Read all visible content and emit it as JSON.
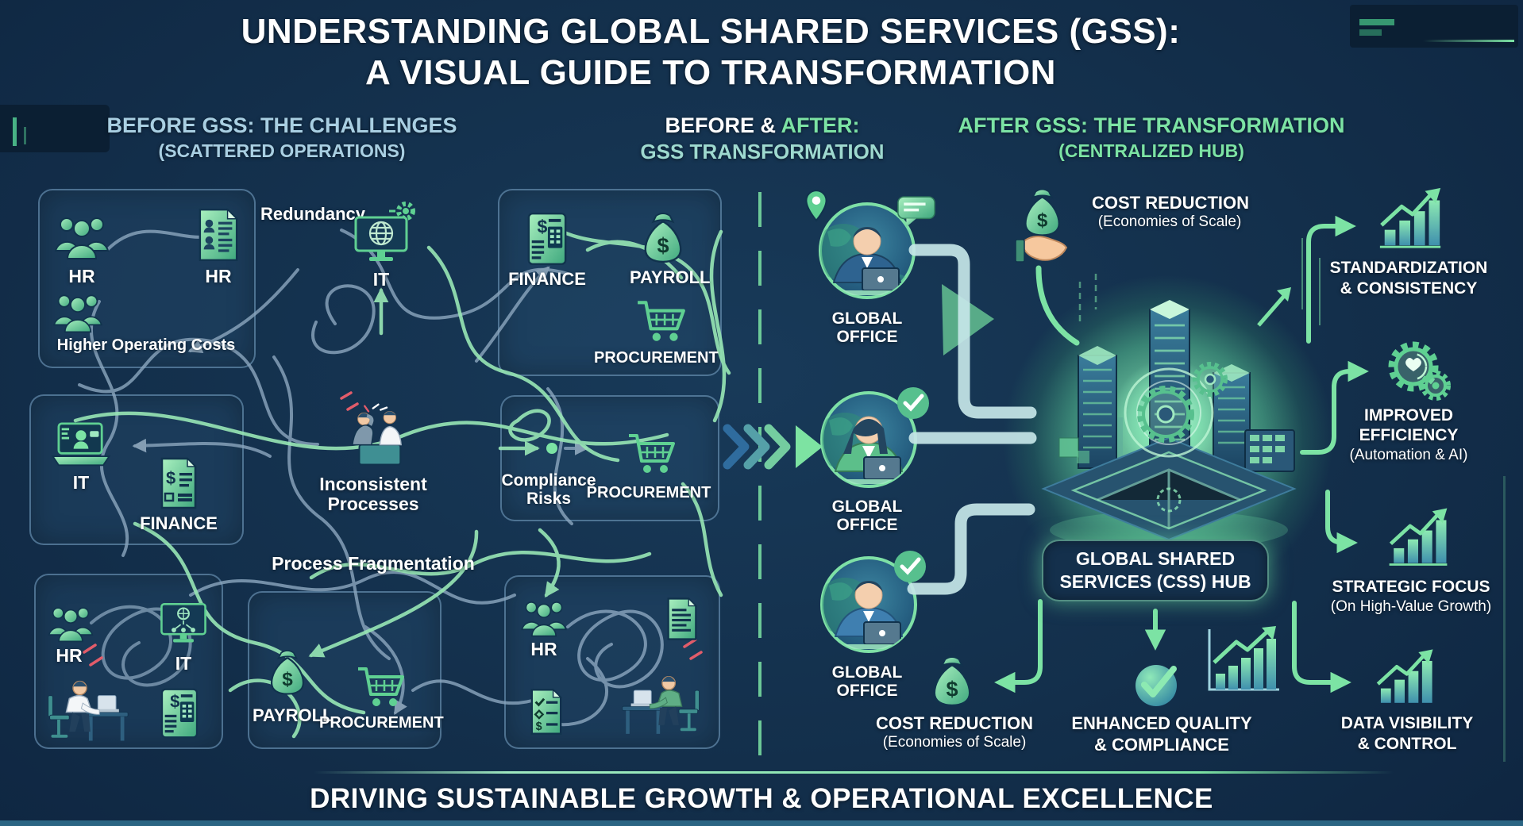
{
  "title": {
    "line1": "UNDERSTANDING GLOBAL SHARED SERVICES (GSS):",
    "line2": "A VISUAL GUIDE TO TRANSFORMATION"
  },
  "headers": {
    "before": {
      "title": "BEFORE GSS: THE CHALLENGES",
      "subtitle": "(SCATTERED OPERATIONS)"
    },
    "middle": {
      "title_white": "BEFORE &",
      "title_green": "AFTER:",
      "subtitle": "GSS TRANSFORMATION"
    },
    "after": {
      "title": "AFTER GSS: THE TRANSFORMATION",
      "subtitle": "(CENTRALIZED HUB)"
    }
  },
  "before": {
    "redundancy": "Redundancy",
    "box_a": {
      "hr1": "HR",
      "hr2": "HR",
      "costs": "Higher Operating Costs"
    },
    "it_top": "IT",
    "box_b": {
      "finance": "FINANCE",
      "payroll": "PAYROLL",
      "procurement": "PROCUREMENT"
    },
    "box_c": {
      "it": "IT",
      "finance": "FINANCE"
    },
    "inconsistent": "Inconsistent Processes",
    "box_d": {
      "compliance1": "Compliance",
      "compliance2": "Risks",
      "procurement": "PROCUREMENT"
    },
    "fragmentation": "Process Fragmentation",
    "box_e": {
      "hr": "HR",
      "it": "IT"
    },
    "box_f": {
      "payroll": "PAYROLL",
      "procurement": "PROCUREMENT"
    },
    "box_g": {
      "hr": "HR"
    }
  },
  "after": {
    "office1": "GLOBAL OFFICE",
    "office2": "GLOBAL OFFICE",
    "office3": "GLOBAL OFFICE",
    "cost_top": {
      "title": "COST REDUCTION",
      "subtitle": "(Economies of Scale)"
    },
    "hub": {
      "line1": "GLOBAL SHARED",
      "line2": "SERVICES (CSS) HUB"
    },
    "standardization": {
      "line1": "STANDARDIZATION",
      "line2": "& CONSISTENCY"
    },
    "efficiency": {
      "line1": "IMPROVED",
      "line2": "EFFICIENCY",
      "subtitle": "(Automation & AI)"
    },
    "strategic": {
      "line1": "STRATEGIC FOCUS",
      "subtitle": "(On High-Value Growth)"
    },
    "data_visibility": {
      "line1": "DATA VISIBILITY",
      "line2": "& CONTROL"
    },
    "cost_bottom": {
      "title": "COST REDUCTION",
      "subtitle": "(Economies of Scale)"
    },
    "quality": {
      "line1": "ENHANCED QUALITY",
      "line2": "& COMPLIANCE"
    }
  },
  "footer": {
    "text": "DRIVING SUSTAINABLE GROWTH & OPERATIONAL EXCELLENCE"
  },
  "icons": {
    "dollar": "$"
  },
  "colors": {
    "bg": "#132f4b",
    "green": "#7ce3a4",
    "green-deep": "#2f9a70",
    "blue-text": "#a9cfe2",
    "gray-line": "#8ca7bf",
    "green-line": "#98e7b5",
    "pipe": "#c6e6e8",
    "red": "#e25c6a",
    "navy-dark": "#0b1f33",
    "white": "#ffffff"
  }
}
